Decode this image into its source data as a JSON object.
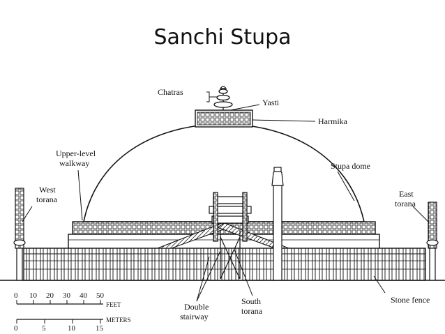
{
  "title": "Sanchi Stupa",
  "labels": {
    "chatras": "Chatras",
    "yasti": "Yasti",
    "harmika": "Harmika",
    "upper_walkway_1": "Upper-level",
    "upper_walkway_2": "walkway",
    "stupa_dome": "Stupa dome",
    "west_torana_1": "West",
    "west_torana_2": "torana",
    "east_torana_1": "East",
    "east_torana_2": "torana",
    "double_stairway_1": "Double",
    "double_stairway_2": "stairway",
    "south_torana_1": "South",
    "south_torana_2": "torana",
    "stone_fence": "Stone fence"
  },
  "scale": {
    "feet_ticks": [
      "0",
      "10",
      "20",
      "30",
      "40",
      "50"
    ],
    "feet_unit": "FEET",
    "meters_ticks": [
      "0",
      "5",
      "10",
      "15"
    ],
    "meters_unit": "METERS"
  }
}
